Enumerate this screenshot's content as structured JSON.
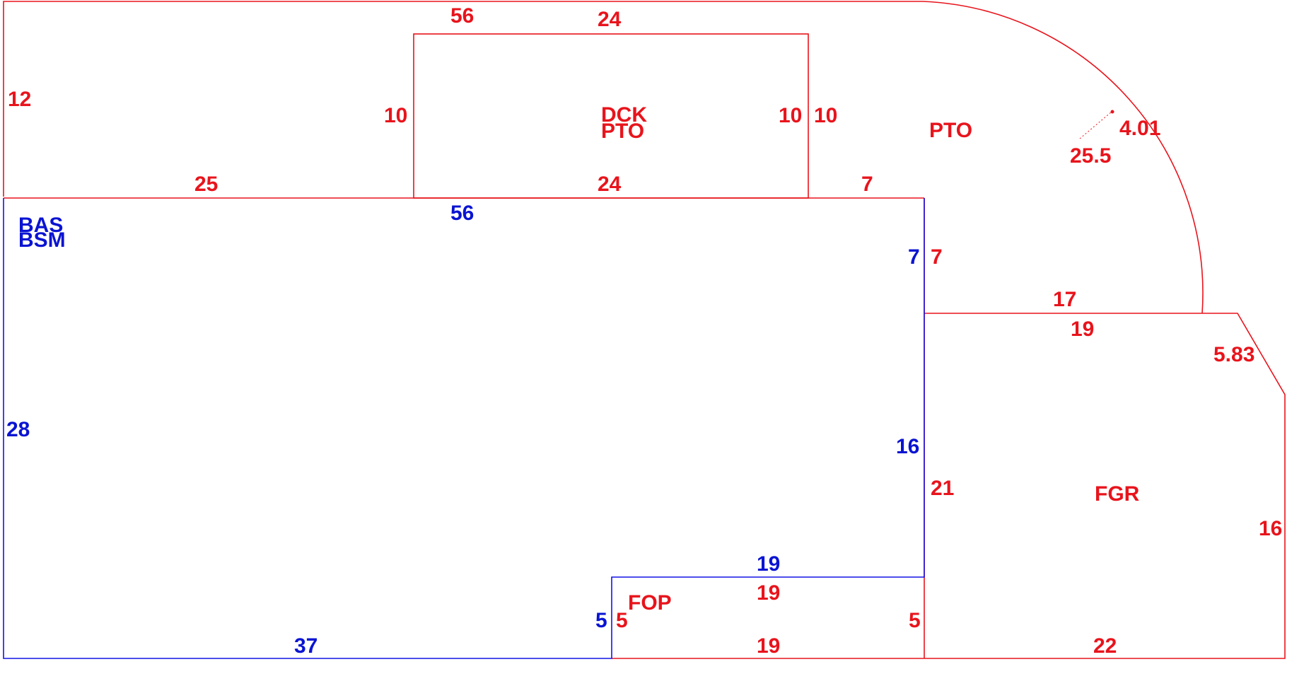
{
  "colors": {
    "red": "#e8141c",
    "blue": "#0a14d2"
  },
  "areas": {
    "bas": "BAS",
    "bsm": "BSM",
    "dck": "DCK",
    "pto_deck": "PTO",
    "pto_patio": "PTO",
    "fgr": "FGR",
    "fop": "FOP"
  },
  "dims": {
    "top_total": "56",
    "deck_top": "24",
    "left_upper": "12",
    "deck_left_outer": "10",
    "deck_right_inner": "10",
    "deck_right_outer": "10",
    "bottom_left_red": "25",
    "deck_bottom": "24",
    "right_step": "7",
    "arc_chord": "25.5",
    "arc_rise": "4.01",
    "bas_top": "56",
    "bas_right_upper_blue": "7",
    "bas_right_upper_red": "7",
    "patio_bottom": "17",
    "garage_top": "19",
    "garage_chamfer": "5.83",
    "bas_left": "28",
    "bas_right_lower": "16",
    "garage_left": "21",
    "garage_right": "16",
    "bas_notch_top": "19",
    "fop_top": "19",
    "fop_left_blue": "5",
    "fop_left_red": "5",
    "fop_right": "5",
    "bas_bottom": "37",
    "fop_bottom": "19",
    "garage_bottom": "22"
  }
}
